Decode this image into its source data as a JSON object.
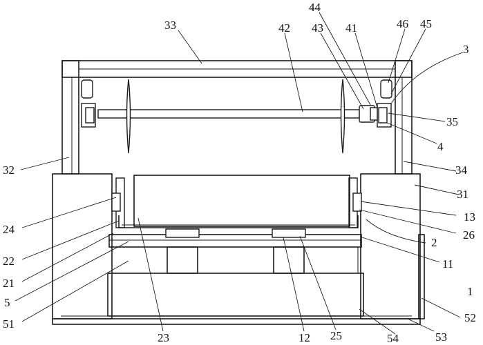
{
  "labels": {
    "l33": "33",
    "l42": "42",
    "l44": "44",
    "l43": "43",
    "l41": "41",
    "l46": "46",
    "l45": "45",
    "l3": "3",
    "l35": "35",
    "l4": "4",
    "l32": "32",
    "l34": "34",
    "l31": "31",
    "l24": "24",
    "l13": "13",
    "l22": "22",
    "l26": "26",
    "l2": "2",
    "l21": "21",
    "l11": "11",
    "l5": "5",
    "l1": "1",
    "l51": "51",
    "l52": "52",
    "l23": "23",
    "l12": "12",
    "l25": "25",
    "l54": "54",
    "l53": "53"
  }
}
